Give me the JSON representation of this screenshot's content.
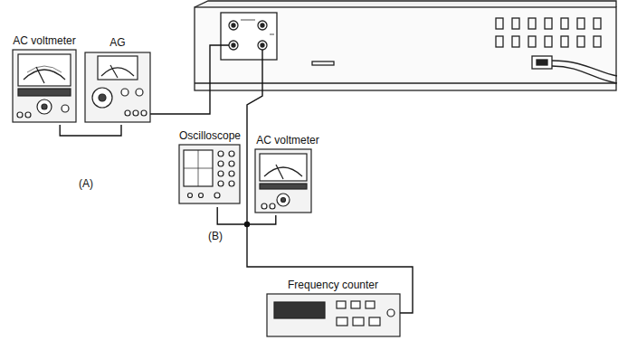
{
  "diagram": {
    "nodes": [
      {
        "text": [
          "AC voltmeter"
        ]
      },
      {
        "text": [
          "AG"
        ]
      },
      {
        "text": [
          "Oscilloscope"
        ]
      },
      {
        "text": [
          "AC voltmeter"
        ]
      },
      {
        "text": [
          "Frequency counter"
        ]
      }
    ],
    "edges": [
      {
        "from": 0,
        "to": 1,
        "arrow": "none"
      },
      {
        "from": 2,
        "to": 3,
        "arrow": "none"
      }
    ],
    "labels": [
      "(A)",
      "(B)"
    ]
  }
}
